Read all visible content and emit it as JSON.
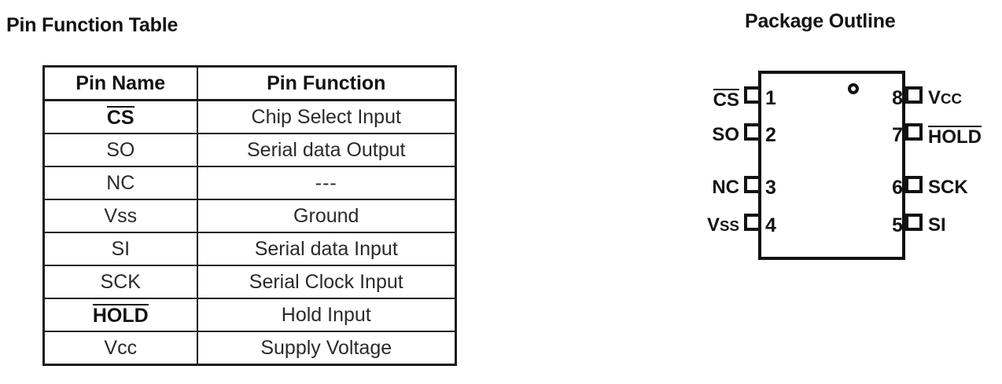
{
  "titles": {
    "pin_function_table": "Pin Function Table",
    "package_outline": "Package Outline"
  },
  "pin_function_table": {
    "headers": {
      "name": "Pin Name",
      "function": "Pin Function"
    },
    "rows": [
      {
        "name": "CS",
        "name_overline": true,
        "name_bold": true,
        "function": "Chip Select Input"
      },
      {
        "name": "SO",
        "name_overline": false,
        "name_bold": false,
        "function": "Serial data Output"
      },
      {
        "name": "NC",
        "name_overline": false,
        "name_bold": false,
        "function": "---"
      },
      {
        "name": "Vss",
        "name_overline": false,
        "name_bold": false,
        "function": "Ground"
      },
      {
        "name": "SI",
        "name_overline": false,
        "name_bold": false,
        "function": "Serial data Input"
      },
      {
        "name": "SCK",
        "name_overline": false,
        "name_bold": false,
        "function": "Serial Clock Input"
      },
      {
        "name": "HOLD",
        "name_overline": true,
        "name_bold": true,
        "function": "Hold Input"
      },
      {
        "name": "Vcc",
        "name_overline": false,
        "name_bold": false,
        "function": "Supply Voltage"
      }
    ]
  },
  "package_outline": {
    "pin1_marker": "pin-1-dot",
    "left_pins": [
      {
        "number": "1",
        "label": "CS",
        "overline": true,
        "smallcaps_tail": ""
      },
      {
        "number": "2",
        "label": "SO",
        "overline": false,
        "smallcaps_tail": ""
      },
      {
        "number": "3",
        "label": "NC",
        "overline": false,
        "smallcaps_tail": ""
      },
      {
        "number": "4",
        "label": "V",
        "overline": false,
        "smallcaps_tail": "SS"
      }
    ],
    "right_pins": [
      {
        "number": "8",
        "label": "V",
        "overline": false,
        "smallcaps_tail": "CC"
      },
      {
        "number": "7",
        "label": "HOLD",
        "overline": true,
        "smallcaps_tail": ""
      },
      {
        "number": "6",
        "label": "SCK",
        "overline": false,
        "smallcaps_tail": ""
      },
      {
        "number": "5",
        "label": "SI",
        "overline": false,
        "smallcaps_tail": ""
      }
    ]
  },
  "colors": {
    "ink": "#141414",
    "background": "#ffffff"
  }
}
